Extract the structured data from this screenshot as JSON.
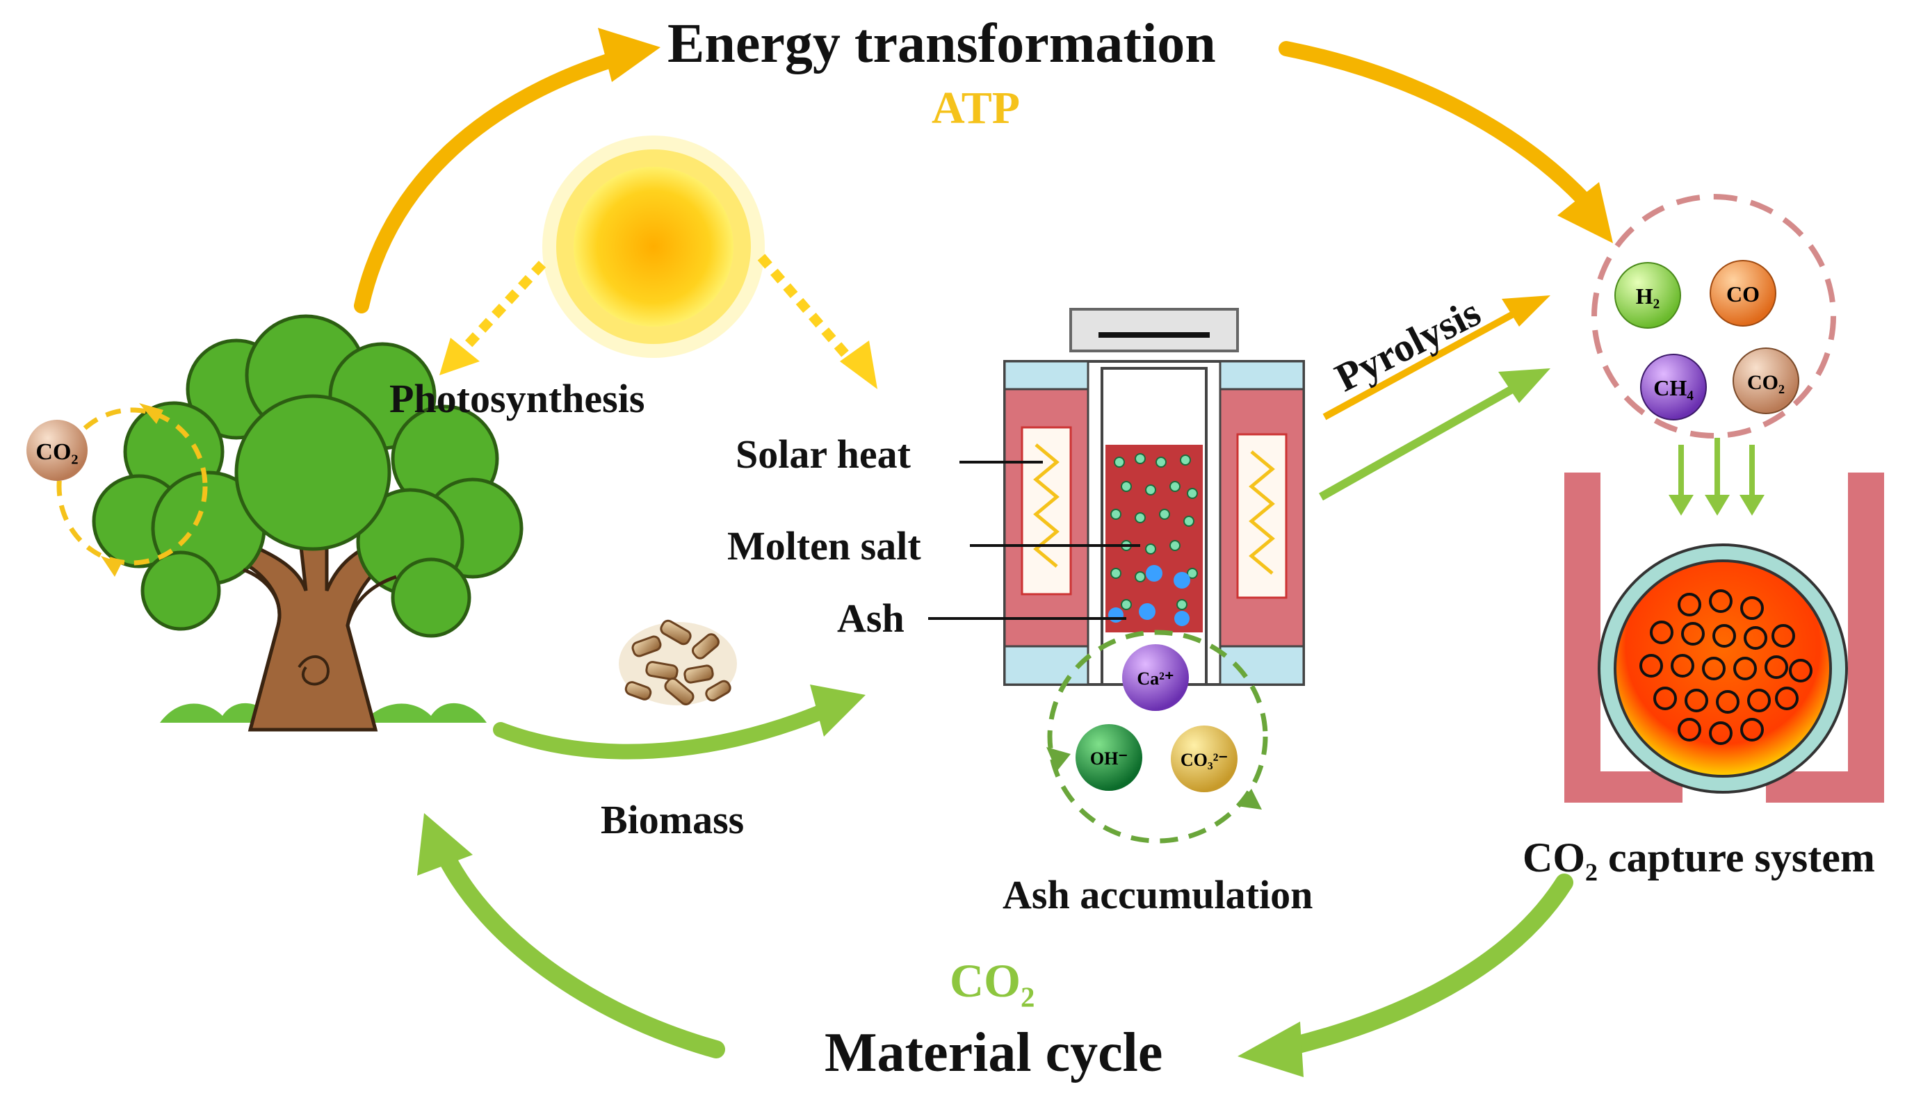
{
  "labels": {
    "energy_transformation": "Energy transformation",
    "atp": "ATP",
    "photosynthesis": "Photosynthesis",
    "solar_heat": "Solar heat",
    "molten_salt": "Molten salt",
    "ash": "Ash",
    "biomass": "Biomass",
    "ash_accumulation": "Ash accumulation",
    "pyrolysis": "Pyrolysis",
    "capture_co": "CO",
    "capture_sub": "2",
    "capture_rest": " capture system",
    "co2_bottom_co": "CO",
    "co2_bottom_sub": "2",
    "material_cycle": "Material cycle"
  },
  "molecules": {
    "tree_co2": "CO₂",
    "h2": "H₂",
    "co": "CO",
    "ch4": "CH₄",
    "co2": "CO₂",
    "ca": "Ca²⁺",
    "oh": "OH⁻",
    "co3": "CO₃²⁻"
  },
  "colors": {
    "energy_arrow": "#f5b400",
    "material_arrow": "#8dc63f",
    "atp_text": "#f5c21b",
    "reactor_wall": "#d9727a",
    "molten_salt": "#c2373a",
    "capture_vessel": "#d9727a"
  }
}
